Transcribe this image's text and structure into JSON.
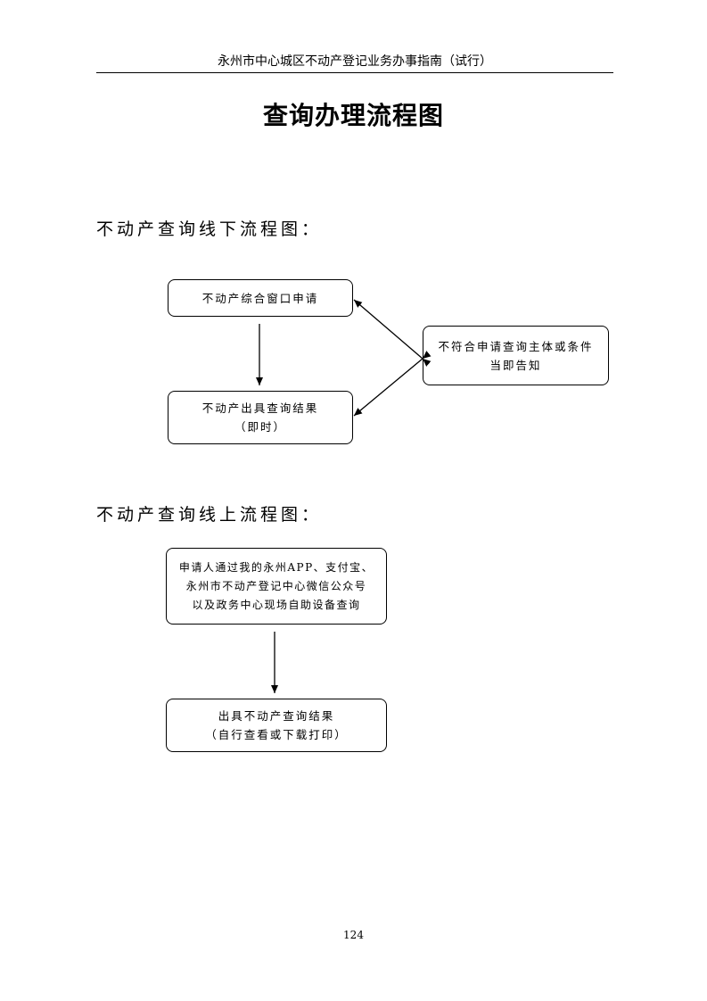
{
  "header": {
    "running_title": "永州市中心城区不动产登记业务办事指南（试行）"
  },
  "title": "查询办理流程图",
  "offline": {
    "heading": "不动产查询线下流程图：",
    "window_node": [
      "不动产综合窗口申请"
    ],
    "result_node": [
      "不动产出具查询结果",
      "（即时）"
    ],
    "reject_node": [
      "不符合申请查询主体或条件",
      "当即告知"
    ]
  },
  "online": {
    "heading": "不动产查询线上流程图：",
    "apply_node": [
      "申请人通过我的永州APP、支付宝、",
      "永州市不动产登记中心微信公众号",
      "以及政务中心现场自助设备查询"
    ],
    "output_node": [
      "出具不动产查询结果",
      "（自行查看或下载打印）"
    ]
  },
  "page_number": "124"
}
